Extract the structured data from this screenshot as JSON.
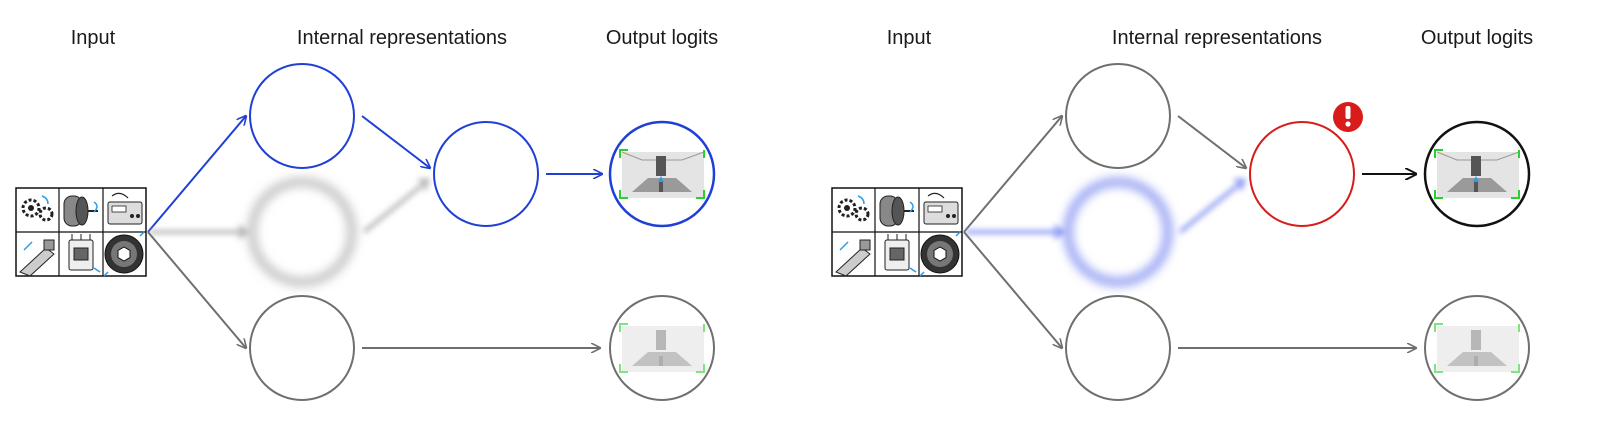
{
  "diagrams": [
    {
      "id": "left",
      "column_labels": {
        "input": "Input",
        "internal": "Internal representations",
        "output": "Output logits"
      },
      "highlight_color": "#1f3fd6",
      "neutral_color": "#6f6f6f",
      "alert_color": "#d81b1b",
      "active_path": "top",
      "blurred_node": "middle",
      "blurred_node_color": "#9a9a9a",
      "alert": false
    },
    {
      "id": "right",
      "column_labels": {
        "input": "Input",
        "internal": "Internal representations",
        "output": "Output logits"
      },
      "highlight_color": "#1f3fd6",
      "neutral_color": "#6f6f6f",
      "alert_color": "#d81b1b",
      "active_path": "middle",
      "blurred_node": "middle",
      "blurred_node_color": "#5a6ff0",
      "alert": true,
      "alert_icon": "exclamation-icon"
    }
  ]
}
